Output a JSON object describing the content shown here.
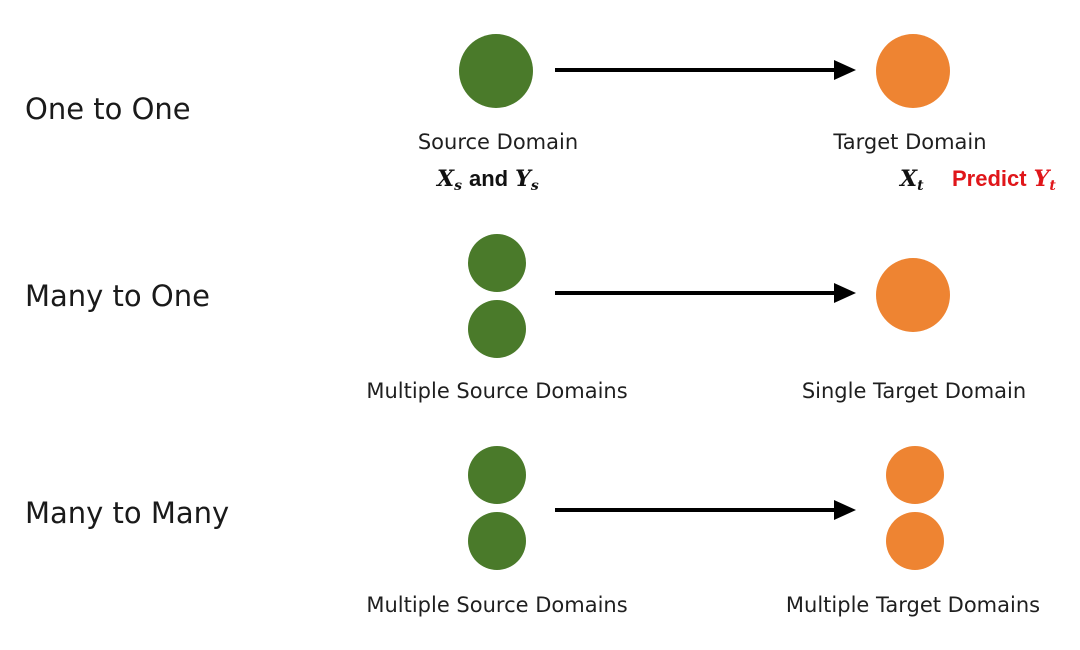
{
  "rows": [
    {
      "label": "One to One",
      "source_caption": "Source Domain",
      "target_caption": "Target Domain",
      "source_notation": {
        "x": "X",
        "x_sub": "s",
        "and": "and",
        "y": "Y",
        "y_sub": "s"
      },
      "target_notation": {
        "x": "X",
        "x_sub": "t"
      },
      "predict": {
        "word": "Predict",
        "y": "Y",
        "y_sub": "t"
      }
    },
    {
      "label": "Many to One",
      "source_caption": "Multiple Source Domains",
      "target_caption": "Single Target Domain"
    },
    {
      "label": "Many to Many",
      "source_caption": "Multiple Source Domains",
      "target_caption": "Multiple Target Domains"
    }
  ],
  "colors": {
    "source": "#4a7a2a",
    "target": "#ee8432",
    "predict": "#e0161a",
    "arrow": "#000000"
  }
}
